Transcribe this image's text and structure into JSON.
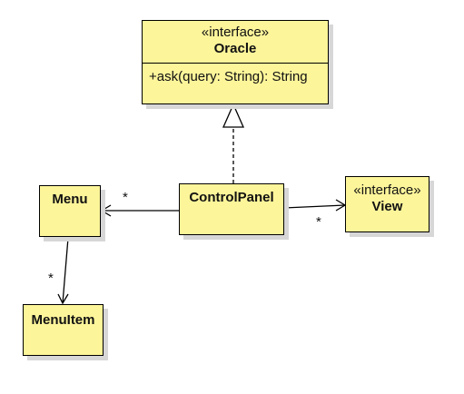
{
  "oracle": {
    "stereotype": "«interface»",
    "name": "Oracle",
    "operation": "+ask(query: String): String"
  },
  "control_panel": {
    "name": "ControlPanel"
  },
  "menu": {
    "name": "Menu"
  },
  "menu_item": {
    "name": "MenuItem"
  },
  "view": {
    "stereotype": "«interface»",
    "name": "View"
  },
  "associations": {
    "menu_multiplicity": "*",
    "view_multiplicity": "*",
    "menu_item_multiplicity": "*"
  },
  "colors": {
    "class_fill": "#fdf59a",
    "border": "#000000",
    "shadow": "#d7d7d7"
  }
}
